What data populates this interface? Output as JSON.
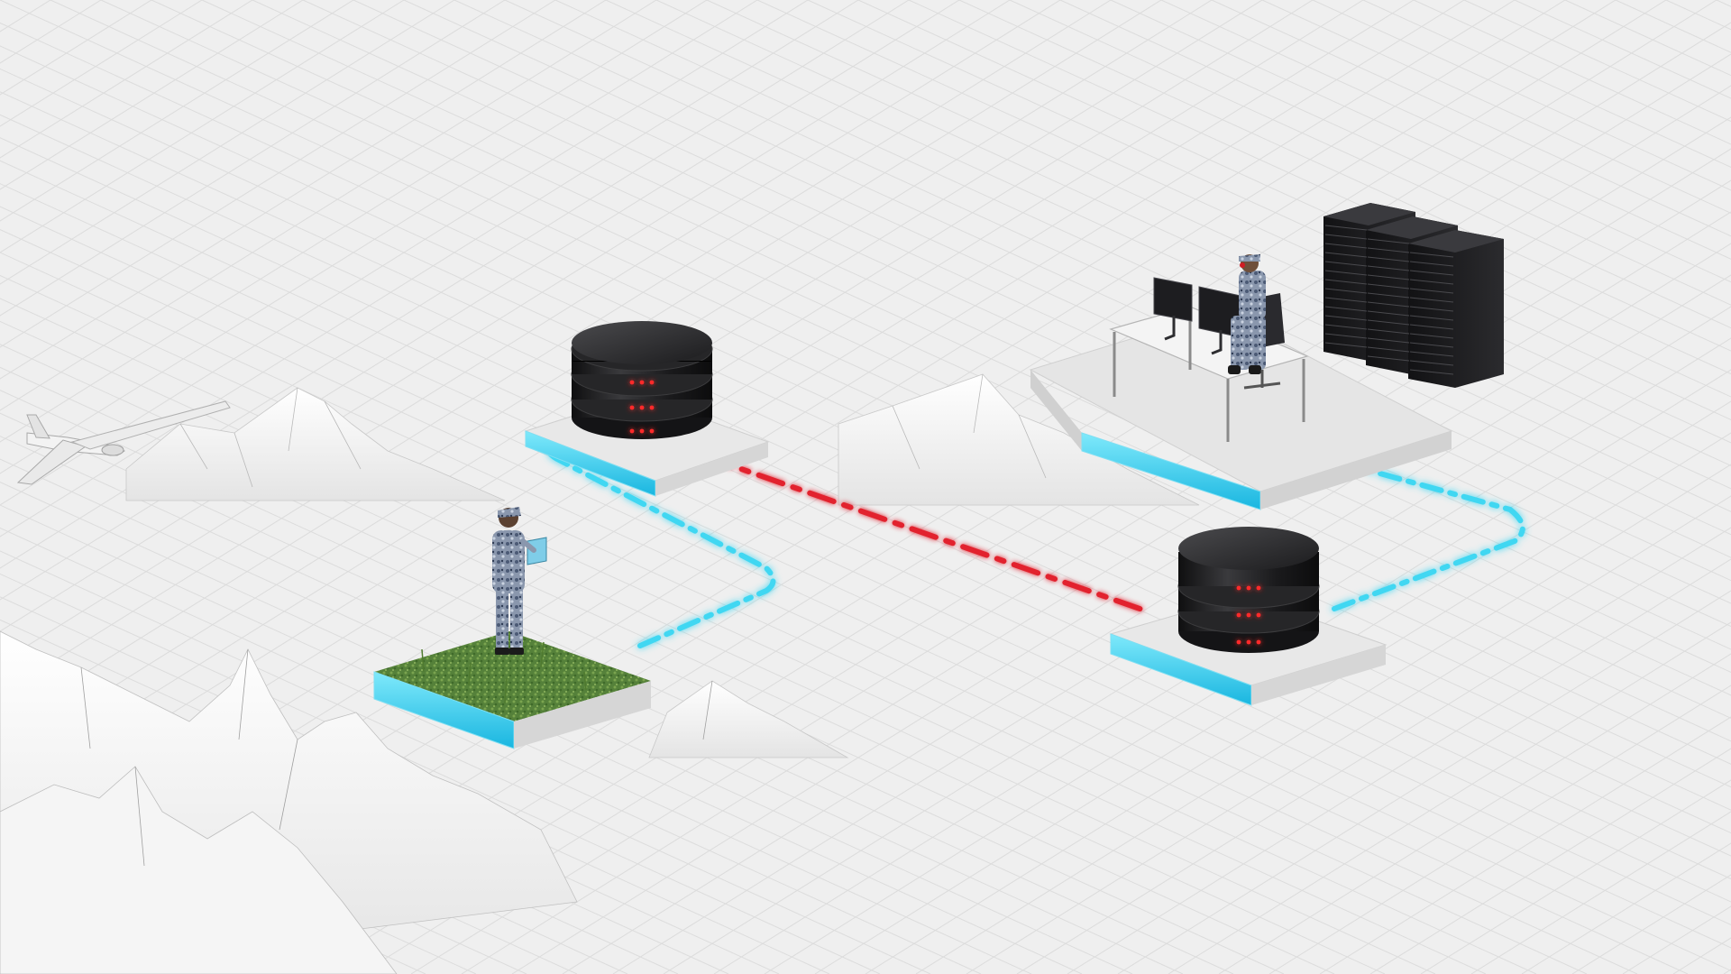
{
  "scene": {
    "colors": {
      "background": "#efefef",
      "grid": "#dcdcdc",
      "platform_top": "#e6e6e6",
      "platform_side": "#d4d4d4",
      "cyan_link": "#3fd7f2",
      "red_link": "#e2232e",
      "server_black": "#1d1d1f",
      "led_red": "#ff2a2a",
      "grass": "#5e8a3a",
      "terrain": "#f7f7f7"
    },
    "icons": {
      "drone": "drone-icon",
      "soldier": "soldier-icon",
      "operator": "operator-icon",
      "database": "database-icon",
      "server_rack": "server-rack-icon",
      "monitor": "monitor-icon",
      "tablet": "tablet-icon"
    },
    "links": [
      {
        "from": "field-soldier-base",
        "to": "database-node-left",
        "status": "secure",
        "color": "#3fd7f2"
      },
      {
        "from": "database-node-left",
        "to": "database-node-right",
        "status": "compromised",
        "color": "#e2232e"
      },
      {
        "from": "database-node-right",
        "to": "command-center",
        "status": "secure",
        "color": "#3fd7f2"
      }
    ]
  }
}
